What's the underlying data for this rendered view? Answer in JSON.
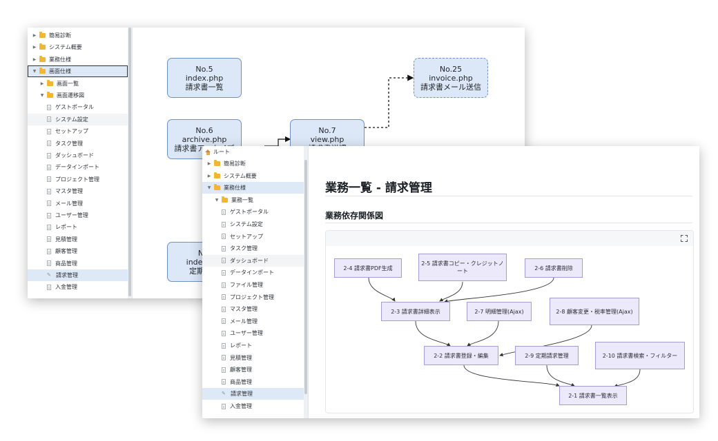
{
  "back_window": {
    "tree": [
      {
        "label": "簡易診断",
        "type": "folder",
        "state": "collapsed",
        "depth": 0
      },
      {
        "label": "システム概要",
        "type": "folder",
        "state": "collapsed",
        "depth": 0
      },
      {
        "label": "業務仕様",
        "type": "folder",
        "state": "collapsed",
        "depth": 0
      },
      {
        "label": "画面仕様",
        "type": "folder",
        "state": "expanded",
        "depth": 0,
        "selected": true
      },
      {
        "label": "画面一覧",
        "type": "folder",
        "state": "collapsed",
        "depth": 1
      },
      {
        "label": "画面遷移図",
        "type": "folder",
        "state": "expanded",
        "depth": 1
      },
      {
        "label": "ゲストポータル",
        "type": "file",
        "depth": 2
      },
      {
        "label": "システム設定",
        "type": "file",
        "depth": 2
      },
      {
        "label": "セットアップ",
        "type": "file",
        "depth": 2
      },
      {
        "label": "タスク管理",
        "type": "file",
        "depth": 2
      },
      {
        "label": "ダッシュボード",
        "type": "file",
        "depth": 2
      },
      {
        "label": "データインポート",
        "type": "file",
        "depth": 2
      },
      {
        "label": "プロジェクト管理",
        "type": "file",
        "depth": 2
      },
      {
        "label": "マスタ管理",
        "type": "file",
        "depth": 2
      },
      {
        "label": "メール管理",
        "type": "file",
        "depth": 2
      },
      {
        "label": "ユーザー管理",
        "type": "file",
        "depth": 2
      },
      {
        "label": "レポート",
        "type": "file",
        "depth": 2
      },
      {
        "label": "見積管理",
        "type": "file",
        "depth": 2
      },
      {
        "label": "顧客管理",
        "type": "file",
        "depth": 2
      },
      {
        "label": "商品管理",
        "type": "file",
        "depth": 2
      },
      {
        "label": "請求管理",
        "type": "edit",
        "depth": 2,
        "selected": true
      },
      {
        "label": "入金管理",
        "type": "file",
        "depth": 2
      }
    ],
    "nodes": [
      {
        "id": "n5",
        "lines": [
          "No.5",
          "index.php",
          "請求書一覧"
        ]
      },
      {
        "id": "n6",
        "lines": [
          "No.6",
          "archive.php",
          "請求書アーカイブ"
        ]
      },
      {
        "id": "n7",
        "lines": [
          "No.7",
          "view.php",
          "請求書詳細"
        ]
      },
      {
        "id": "n25",
        "lines": [
          "No.25",
          "invoice.php",
          "請求書メール送信"
        ]
      },
      {
        "id": "nx",
        "lines": [
          "No.",
          "index_rec",
          "定期請求"
        ]
      }
    ]
  },
  "front_window": {
    "root_label": "ルート",
    "tree": [
      {
        "label": "簡易診断",
        "type": "folder",
        "state": "collapsed",
        "depth": 0
      },
      {
        "label": "システム概要",
        "type": "folder",
        "state": "collapsed",
        "depth": 0
      },
      {
        "label": "業務仕様",
        "type": "folder",
        "state": "expanded",
        "depth": 0,
        "selected": true
      },
      {
        "label": "業務一覧",
        "type": "folder",
        "state": "expanded",
        "depth": 1
      },
      {
        "label": "ゲストポータル",
        "type": "file",
        "depth": 2
      },
      {
        "label": "システム設定",
        "type": "file",
        "depth": 2
      },
      {
        "label": "セットアップ",
        "type": "file",
        "depth": 2
      },
      {
        "label": "タスク管理",
        "type": "file",
        "depth": 2
      },
      {
        "label": "ダッシュボード",
        "type": "file",
        "depth": 2
      },
      {
        "label": "データインポート",
        "type": "file",
        "depth": 2
      },
      {
        "label": "ファイル管理",
        "type": "file",
        "depth": 2
      },
      {
        "label": "プロジェクト管理",
        "type": "file",
        "depth": 2
      },
      {
        "label": "マスタ管理",
        "type": "file",
        "depth": 2
      },
      {
        "label": "メール管理",
        "type": "file",
        "depth": 2
      },
      {
        "label": "ユーザー管理",
        "type": "file",
        "depth": 2
      },
      {
        "label": "レポート",
        "type": "file",
        "depth": 2
      },
      {
        "label": "見積管理",
        "type": "file",
        "depth": 2
      },
      {
        "label": "顧客管理",
        "type": "file",
        "depth": 2
      },
      {
        "label": "商品管理",
        "type": "file",
        "depth": 2
      },
      {
        "label": "請求管理",
        "type": "edit",
        "depth": 2,
        "selected": true
      },
      {
        "label": "入金管理",
        "type": "file",
        "depth": 2
      }
    ],
    "page_title": "業務一覧 - 請求管理",
    "section_title": "業務依存関係図",
    "diagram": {
      "nodes": [
        {
          "id": "d24",
          "label": "2-4 請求書PDF生成"
        },
        {
          "id": "d25",
          "label": "2-5 請求書コピー・クレジットノート"
        },
        {
          "id": "d26",
          "label": "2-6 請求書削除"
        },
        {
          "id": "d23",
          "label": "2-3 請求書詳細表示"
        },
        {
          "id": "d27",
          "label": "2-7 明細管理(Ajax)"
        },
        {
          "id": "d28",
          "label": "2-8 顧客変更・税率管理(Ajax)"
        },
        {
          "id": "d22",
          "label": "2-2 請求書登録・編集"
        },
        {
          "id": "d29",
          "label": "2-9 定期請求管理"
        },
        {
          "id": "d210",
          "label": "2-10 請求書検索・フィルター"
        },
        {
          "id": "d21",
          "label": "2-1 請求書一覧表示"
        }
      ]
    }
  }
}
